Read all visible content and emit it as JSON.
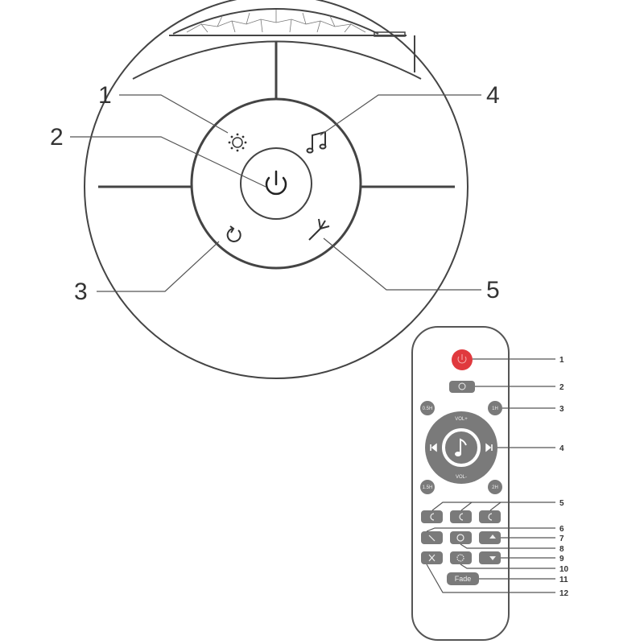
{
  "device": {
    "callouts": [
      "1",
      "2",
      "3",
      "4",
      "5"
    ],
    "icons": [
      "light-icon",
      "power-icon",
      "cycle-icon",
      "music-icon",
      "projector-icon"
    ]
  },
  "remote": {
    "callouts": [
      "1",
      "2",
      "3",
      "4",
      "5",
      "6",
      "7",
      "8",
      "9",
      "10",
      "11",
      "12"
    ],
    "timer_labels": {
      "t05": "0.5H",
      "t1": "1H",
      "t15": "1.5H",
      "t2": "2H"
    },
    "vol_up": "VOL+",
    "vol_down": "VOL-",
    "fade_label": "Fade",
    "colors": {
      "power": "#e0393e",
      "buttons": "#7a7a7a"
    }
  }
}
